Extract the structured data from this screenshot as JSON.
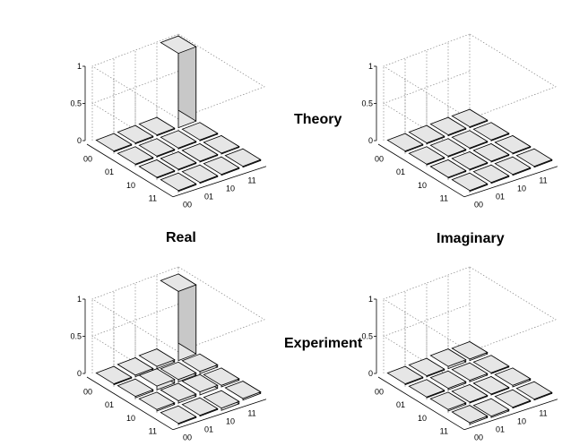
{
  "labels": {
    "theory": "Theory",
    "experiment": "Experiment",
    "real": "Real",
    "imaginary": "Imaginary"
  },
  "colors": {
    "bar_face": "#e6e6e6",
    "bar_side": "#c8c8c8",
    "edge": "#000000",
    "grid": "#888888"
  },
  "chart_data": [
    {
      "type": "bar3d",
      "panel": "theory-real",
      "row_labels": [
        "00",
        "01",
        "10",
        "11"
      ],
      "col_labels": [
        "00",
        "01",
        "10",
        "11"
      ],
      "z_ticks": [
        "0",
        "0.5",
        "1"
      ],
      "zlim": [
        0,
        1
      ],
      "values": [
        [
          0,
          0,
          0,
          1
        ],
        [
          0,
          0,
          0,
          0
        ],
        [
          0,
          0,
          0,
          0
        ],
        [
          0,
          0,
          0,
          0
        ]
      ]
    },
    {
      "type": "bar3d",
      "panel": "theory-imaginary",
      "row_labels": [
        "00",
        "01",
        "10",
        "11"
      ],
      "col_labels": [
        "00",
        "01",
        "10",
        "11"
      ],
      "z_ticks": [
        "0",
        "0.5",
        "1"
      ],
      "zlim": [
        0,
        1
      ],
      "values": [
        [
          0,
          0,
          0,
          0
        ],
        [
          0,
          0,
          0,
          0
        ],
        [
          0,
          0,
          0,
          0
        ],
        [
          0,
          0,
          0,
          0
        ]
      ]
    },
    {
      "type": "bar3d",
      "panel": "experiment-real",
      "row_labels": [
        "00",
        "01",
        "10",
        "11"
      ],
      "col_labels": [
        "00",
        "01",
        "10",
        "11"
      ],
      "z_ticks": [
        "0",
        "0.5",
        "1"
      ],
      "zlim": [
        0,
        1
      ],
      "values": [
        [
          0.01,
          0.02,
          0.03,
          0.93
        ],
        [
          0.02,
          0.05,
          0.03,
          0.03
        ],
        [
          0.02,
          0.03,
          0.04,
          0.02
        ],
        [
          0.01,
          0.01,
          -0.03,
          0.02
        ]
      ]
    },
    {
      "type": "bar3d",
      "panel": "experiment-imaginary",
      "row_labels": [
        "00",
        "01",
        "10",
        "11"
      ],
      "col_labels": [
        "00",
        "01",
        "10",
        "11"
      ],
      "z_ticks": [
        "0",
        "0.5",
        "1"
      ],
      "zlim": [
        0,
        1
      ],
      "values": [
        [
          0.01,
          0.01,
          0.03,
          0.02
        ],
        [
          0.01,
          0.02,
          0.02,
          0.01
        ],
        [
          0.02,
          0.01,
          0.01,
          0.02
        ],
        [
          0.02,
          -0.02,
          0.01,
          0.01
        ]
      ]
    }
  ]
}
